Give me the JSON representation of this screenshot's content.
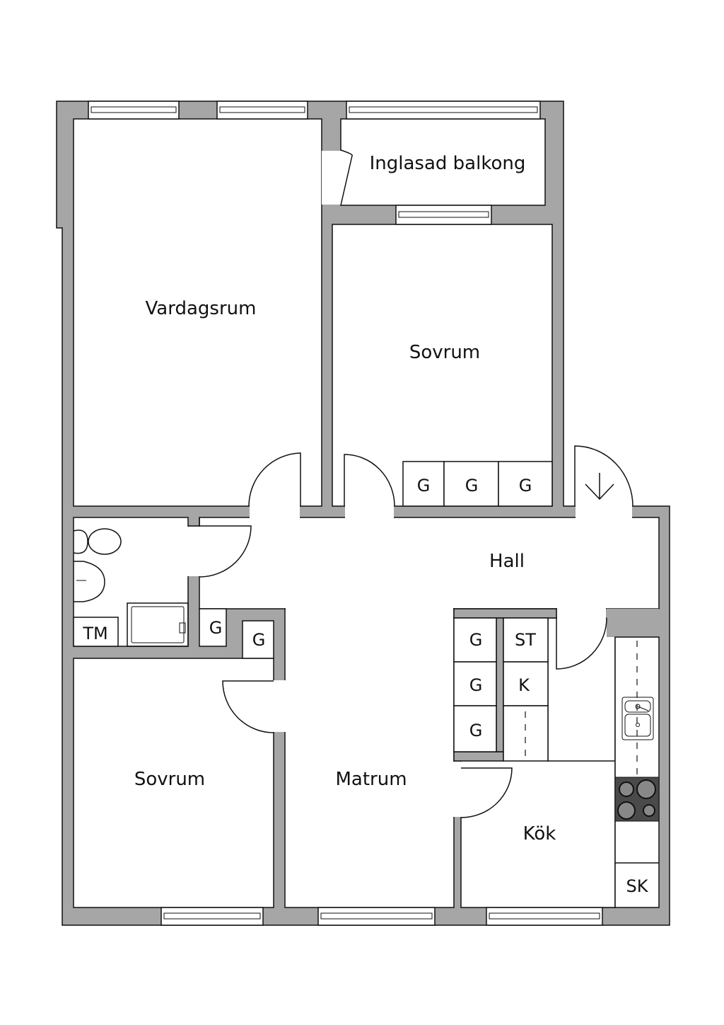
{
  "rooms": {
    "vardagsrum": "Vardagsrum",
    "balkong": "Inglasad balkong",
    "sovrum_1": "Sovrum",
    "hall": "Hall",
    "sovrum_2": "Sovrum",
    "matrum": "Matrum",
    "kok": "Kök"
  },
  "fixtures": {
    "tm": "TM",
    "st": "ST",
    "k": "K",
    "sk": "SK",
    "g": "G"
  },
  "colors": {
    "wall": "#a6a6a6",
    "stove": "#4a4a4a"
  }
}
